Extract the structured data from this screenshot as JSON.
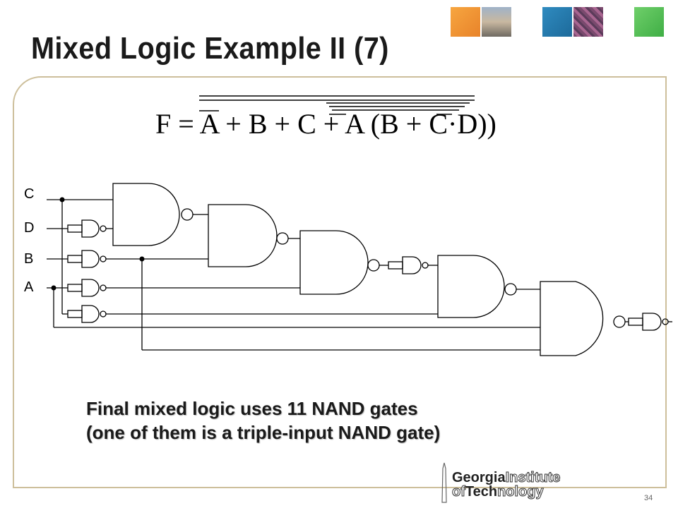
{
  "slide": {
    "title": "Mixed Logic Example II (7)",
    "page_number": "34"
  },
  "equation": {
    "text": "F = A + B + C + A (B + C·D))"
  },
  "circuit": {
    "inputs": [
      "C",
      "D",
      "B",
      "A"
    ]
  },
  "caption": {
    "line1": "Final mixed logic uses 11 NAND gates",
    "line2": "(one of them is a triple-input NAND gate)"
  },
  "logo": {
    "line1_bold": "Georgia",
    "line1_outline": "Institute",
    "line2_prefix": "of",
    "line2_bold": "Tech",
    "line2_outline": "nology"
  },
  "colors": {
    "frame_border": "#cdbf9b",
    "title": "#1a1a1a",
    "tile_orange": "#f7a640",
    "tile_blue": "#2f8bc0",
    "tile_green": "#6fcf6a"
  }
}
